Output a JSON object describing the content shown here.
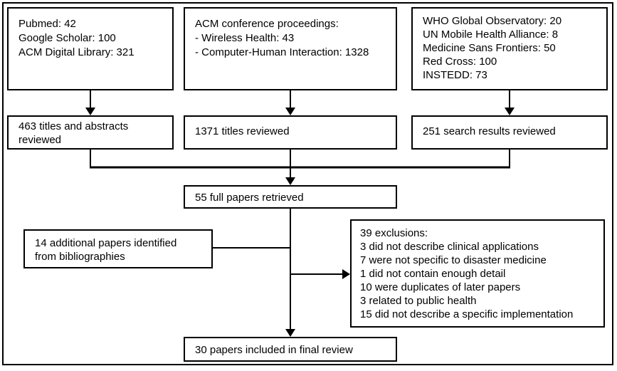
{
  "diagram": {
    "kind": "literature-review-flowchart",
    "colors": {
      "background": "#ffffff",
      "box_border": "#000000",
      "connector": "#000000",
      "text": "#000000"
    },
    "boxes": {
      "sources_databases": {
        "lines": [
          "Pubmed: 42",
          "Google Scholar: 100",
          "ACM Digital Library: 321"
        ]
      },
      "sources_acm_proceedings": {
        "lines": [
          "ACM conference proceedings:",
          "- Wireless Health: 43",
          "- Computer-Human Interaction: 1328"
        ]
      },
      "sources_organizations": {
        "lines": [
          "WHO Global Observatory: 20",
          "UN Mobile Health Alliance: 8",
          "Medicine Sans Frontiers: 50",
          "Red Cross: 100",
          "INSTEDD: 73"
        ]
      },
      "titles_abstracts_reviewed": {
        "lines": [
          "463 titles and abstracts",
          "reviewed"
        ]
      },
      "titles_reviewed": {
        "text": "1371 titles reviewed"
      },
      "search_results_reviewed": {
        "text": "251 search results reviewed"
      },
      "full_papers_retrieved": {
        "text": "55 full papers retrieved"
      },
      "additional_papers": {
        "lines": [
          "14 additional papers identified",
          "from bibliographies"
        ]
      },
      "exclusions": {
        "lines": [
          "39 exclusions:",
          "3 did not describe clinical applications",
          "7 were not specific to disaster medicine",
          "1 did not contain enough detail",
          "10 were duplicates of later papers",
          "3 related to public health",
          "15 did not describe a specific implementation"
        ]
      },
      "final_review": {
        "text": "30 papers included in final review"
      }
    }
  }
}
